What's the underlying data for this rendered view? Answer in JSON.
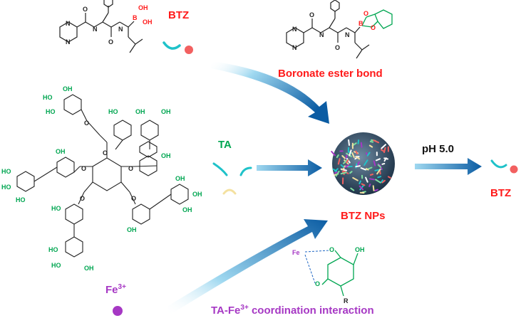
{
  "labels": {
    "btz_top": "BTZ",
    "boronate": "Boronate ester bond",
    "ta": "TA",
    "ph": "pH 5.0",
    "btz_nps": "BTZ NPs",
    "btz_right": "BTZ",
    "fe_prefix": "Fe",
    "fe_sup": "3+",
    "coord_prefix": "TA-Fe",
    "coord_sup": "3+",
    "coord_suffix": " coordination interaction"
  },
  "atoms": {
    "boron": "B",
    "oxygen": "O",
    "hydroxyl": "OH",
    "nitrogen": "N",
    "hydrogen": "H",
    "iron": "Fe",
    "r_group": "R",
    "ho": "HO"
  },
  "colors": {
    "red_label": "#ff1a1a",
    "green_label": "#00a651",
    "teal_arc": "#1fc2c9",
    "yellow_arc": "#f4e1a0",
    "red_dot": "#f26060",
    "purple": "#a638c4",
    "arrow_dark": "#0d5fa5",
    "arrow_light": "#69c6ec",
    "bond": "#222222"
  }
}
